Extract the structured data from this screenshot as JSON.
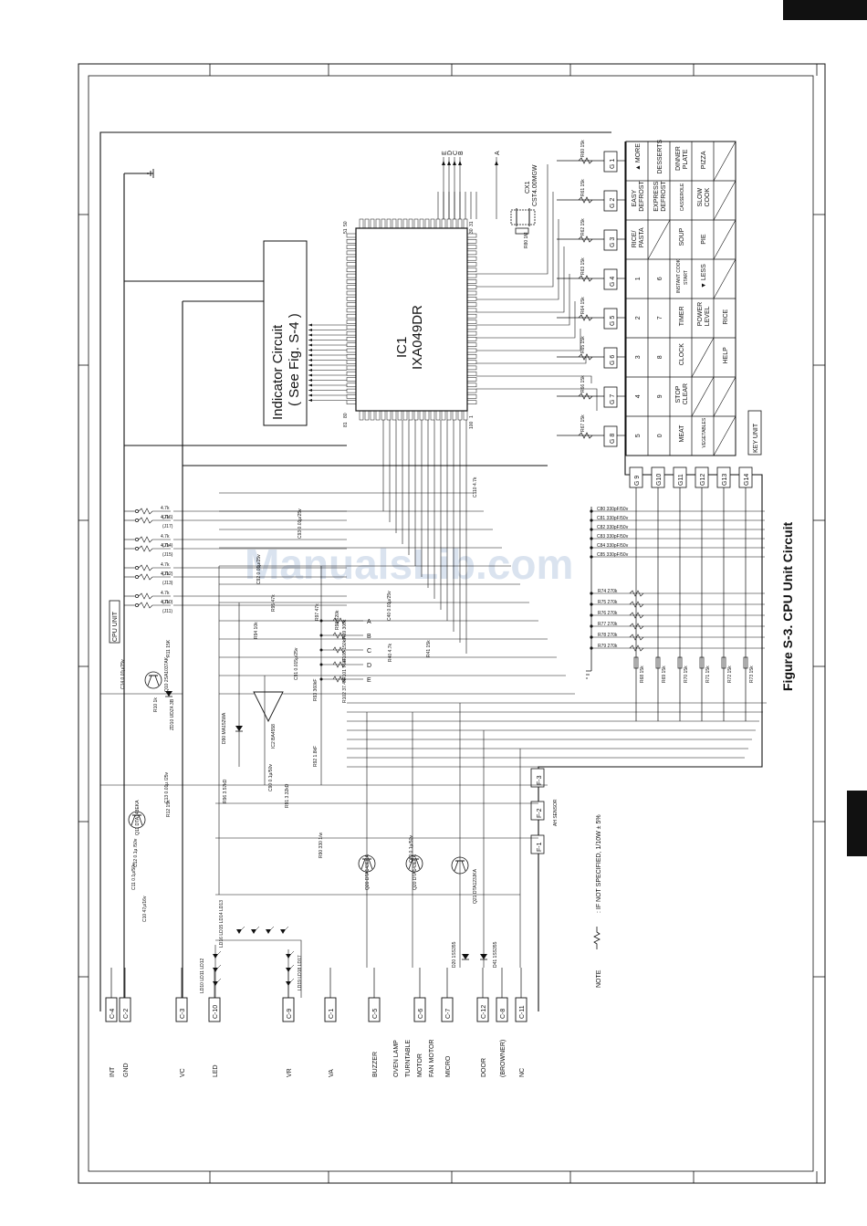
{
  "figure": {
    "title": "Figure S-3. CPU Unit Circuit",
    "cpu_label": "CPU UNIT",
    "key_label": "KEY UNIT",
    "watermark": "ManualsLib.com",
    "note_label": "NOTE",
    "note_text": ": IF NOT SPECIFIED, 1/10W ± 5%"
  },
  "ic1": {
    "name": "IC1",
    "part": "IXA049DR",
    "pin_top_left": "51",
    "pin_top_right": "31",
    "pin_bottom_left": "81",
    "pin_bottom_right": "100",
    "pin_50": "50",
    "pin_80": "80",
    "pin_30": "30",
    "pin_1": "1"
  },
  "indicator": {
    "line1": "Indicator Circuit",
    "line2": "( See Fig. S-4 )"
  },
  "crystal": {
    "ref": "CX1",
    "part": "CST4.00MGW",
    "res": "R80 1M"
  },
  "top_signals": [
    "E",
    "D",
    "C",
    "B",
    "A"
  ],
  "connectors": [
    {
      "pin": "C-4",
      "label": "INT"
    },
    {
      "pin": "C-2",
      "label": "GND"
    },
    {
      "pin": "C-3",
      "label": "VC"
    },
    {
      "pin": "C-10",
      "label": "LED"
    },
    {
      "pin": "C-9",
      "label": "VR"
    },
    {
      "pin": "C-1",
      "label": "VA"
    },
    {
      "pin": "C-5",
      "label": "BUZZER"
    },
    {
      "pin": "C-6",
      "label": "OVEN LAMP TURNTABLE MOTOR FAN MOTOR"
    },
    {
      "pin": "C-7",
      "label": "MICRO"
    },
    {
      "pin": "C-12",
      "label": "DOOR"
    },
    {
      "pin": "C-8",
      "label": "(BROWNER)"
    },
    {
      "pin": "C-11",
      "label": "NC"
    }
  ],
  "g_top": [
    {
      "g": "G 1",
      "r": "R60 15k"
    },
    {
      "g": "G 2",
      "r": "R61 15k"
    },
    {
      "g": "G 3",
      "r": "R62 15k"
    },
    {
      "g": "G 4",
      "r": "R63 15k"
    },
    {
      "g": "G 5",
      "r": "R64 15k"
    },
    {
      "g": "G 6",
      "r": "R65 15k"
    },
    {
      "g": "G 7",
      "r": "R66 15k"
    },
    {
      "g": "G 8",
      "r": "R67 15k"
    }
  ],
  "g_bottom": [
    {
      "g": "G 9",
      "r": "R68 15k"
    },
    {
      "g": "G10",
      "r": "R69 15k"
    },
    {
      "g": "G11",
      "r": "R70 15k"
    },
    {
      "g": "G12",
      "r": "R71 15k"
    },
    {
      "g": "G13",
      "r": "R72 15k"
    },
    {
      "g": "G14",
      "r": "R73 15k"
    }
  ],
  "keys": [
    [
      "▲ MORE",
      "EASY DEFROST",
      "RICE/ PASTA",
      "1",
      "2",
      "3",
      "4",
      "5"
    ],
    [
      "DESSERTS",
      "EXPRESS DEFROST",
      "",
      "6",
      "7",
      "8",
      "9",
      "0"
    ],
    [
      "DINNER PLATE",
      "CASSEROLE",
      "SOUP",
      "INSTANT COOK START",
      "TIMER",
      "CLOCK",
      "STOP CLEAR",
      "MEAT"
    ],
    [
      "PIZZA",
      "SLOW COOK",
      "PIE",
      "▼ LESS",
      "POWER LEVEL",
      "",
      "",
      "VEGETABLES"
    ],
    [
      "",
      "",
      "",
      "",
      "RICE",
      "HELP",
      "",
      ""
    ]
  ],
  "caps_bank": [
    "C80 330pF/50v",
    "C81 330pF/50v",
    "C82 330pF/50v",
    "C83 330pF/50v",
    "C84 330pF/50v",
    "C85 330pF/50v"
  ],
  "res_bank": [
    "R74 270k",
    "R75 270k",
    "R76 270k",
    "R77 270k",
    "R78 270k",
    "R79 270k"
  ],
  "jumpers": [
    {
      "j": "(J16)",
      "r": "4.7k"
    },
    {
      "j": "(J17)",
      "r": "4.7k"
    },
    {
      "j": "(J14)",
      "r": "4.7k"
    },
    {
      "j": "(J15)",
      "r": "4.7k"
    },
    {
      "j": "(J12)",
      "r": "4.7k"
    },
    {
      "j": "(J13)",
      "r": "4.7k"
    },
    {
      "j": "(J10)",
      "r": "4.7k"
    },
    {
      "j": "(J11)",
      "r": "4.7k"
    }
  ],
  "parts": {
    "c14": "C14 0.01μ/25v",
    "r11": "R11 15K",
    "q10": "Q10 2SA1037AK",
    "zd10": "ZD10 UDZ4.3B",
    "r10": "R10 1k",
    "q11": "Q11 DTA143EKA",
    "c13": "C13 0.01μ /25v",
    "r12": "R12 15k",
    "c12": "C12 0.1μ /50v",
    "c11": "C11 0.1μ/50v",
    "c10": "C10 47μ/16v",
    "d90": "D90 MA152WA",
    "ic2": "IC2 BA4558",
    "r92": "R92 1.8kF",
    "c90": "C90 0.1μ/50v",
    "r93": "R93 360kF",
    "c91": "C91 0.015μ/25v",
    "r94": "R94 10k",
    "r95": "R95 47k",
    "r97": "R97 47k",
    "r98": "R98 620k",
    "r99": "R99 300k",
    "r100": "R100 150kF",
    "r101": "R101 75kF",
    "r102": "R102 37.4kF",
    "c92": "C92 0.01μ/25v",
    "c93": "C93 0.01μ/25v",
    "c40": "C40 0.01μ/25v",
    "r40": "R40 4.7k",
    "r41": "R41 15k",
    "c110": "C110 4.7k",
    "r96": "R96 3.57kD",
    "r91": "R91 3.32kD",
    "r90": "R90 330 1/w",
    "q20": "Q20 DTA143EKA",
    "c20": "C20 0.1μ/50v",
    "q20b": "Q20 DTA143EKA",
    "q21": "Q21 DTA123JKA",
    "d20": "D20 1SS355",
    "d41": "D41 1SS355",
    "ah": "AH SENSOR",
    "f1": "F-1",
    "f2": "F-2",
    "f3": "F-3",
    "leds_top": "LD16 LD15 LD14 LD13",
    "leds_a": "LD10 LD11 LD12",
    "leds_b": "LD19 LD18 LD17",
    "abcde": [
      "A",
      "B",
      "C",
      "D",
      "E"
    ]
  },
  "colors": {
    "line": "#111111",
    "watermark": "#96afd2"
  }
}
